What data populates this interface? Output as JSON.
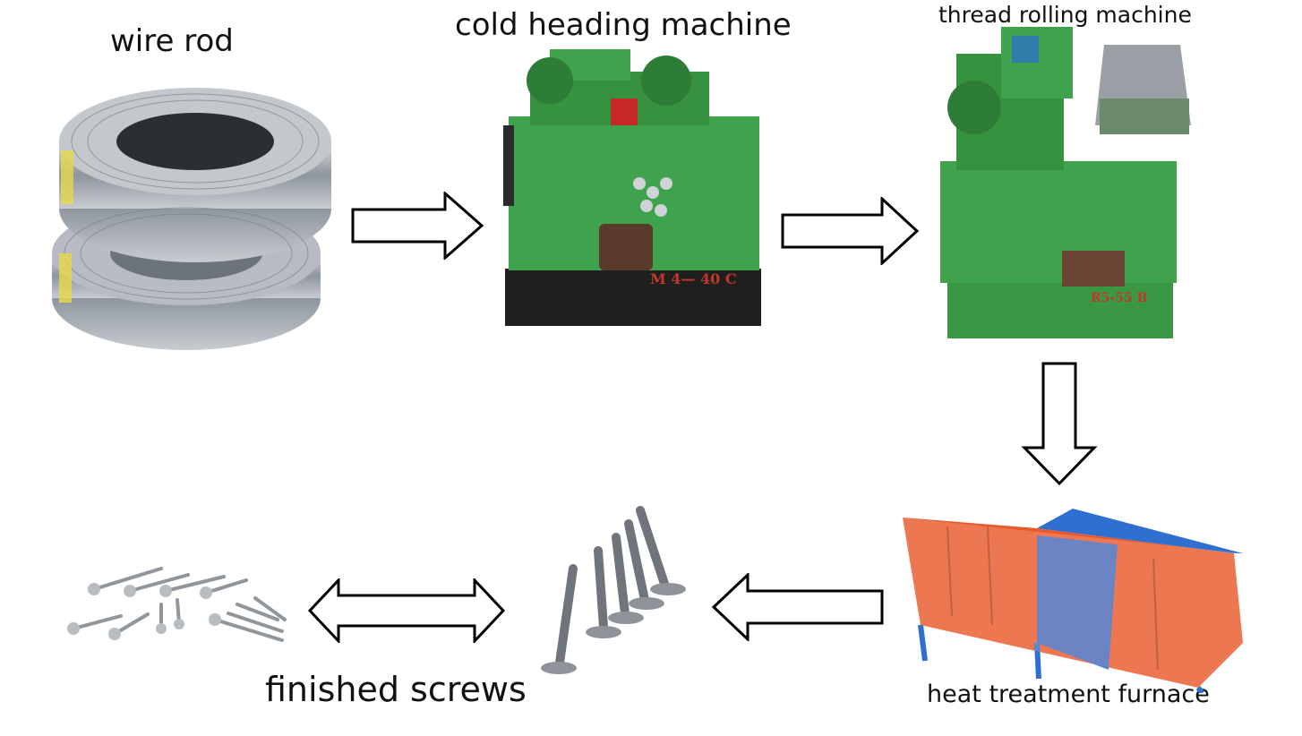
{
  "labels": {
    "wire_rod": "wire rod",
    "cold_heading": "cold heading machine",
    "thread_rolling": "thread rolling machine",
    "heat_treatment": "heat treatment furnace",
    "finished_screws": "finished screws"
  },
  "machine_plates": {
    "cold_heading": "M 4—  40 C",
    "thread_rolling": "R5-55 B"
  },
  "colors": {
    "machine_green": "#3fa34d",
    "machine_base": "#222222",
    "furnace_orange": "#e85a2a",
    "furnace_blue": "#2f6fd0",
    "steel": "#9aa0a6",
    "arrow_stroke": "#000000"
  },
  "flow": [
    "wire rod",
    "cold heading machine",
    "thread rolling machine",
    "heat treatment furnace",
    "finished screws"
  ]
}
